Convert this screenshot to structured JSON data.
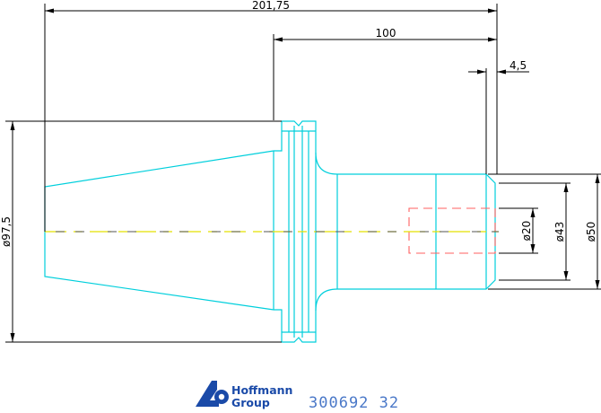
{
  "drawing": {
    "dimensions": {
      "overall_length": "201,75",
      "shank_length": "100",
      "flange_step": "4,5",
      "taper_diameter": "ø97,5",
      "bore_diameter": "ø20",
      "shank_inner_diameter": "ø43",
      "shank_diameter": "ø50"
    },
    "logo": {
      "brand_line1": "Hoffmann",
      "brand_line2": "Group",
      "part_number": "300692  32"
    },
    "colors": {
      "part_outline": "#00cfdc",
      "dimension_lines": "#000000",
      "centerline": "#e4e000",
      "bore_hidden": "#ff6060",
      "brand": "#1a4aa8"
    }
  }
}
